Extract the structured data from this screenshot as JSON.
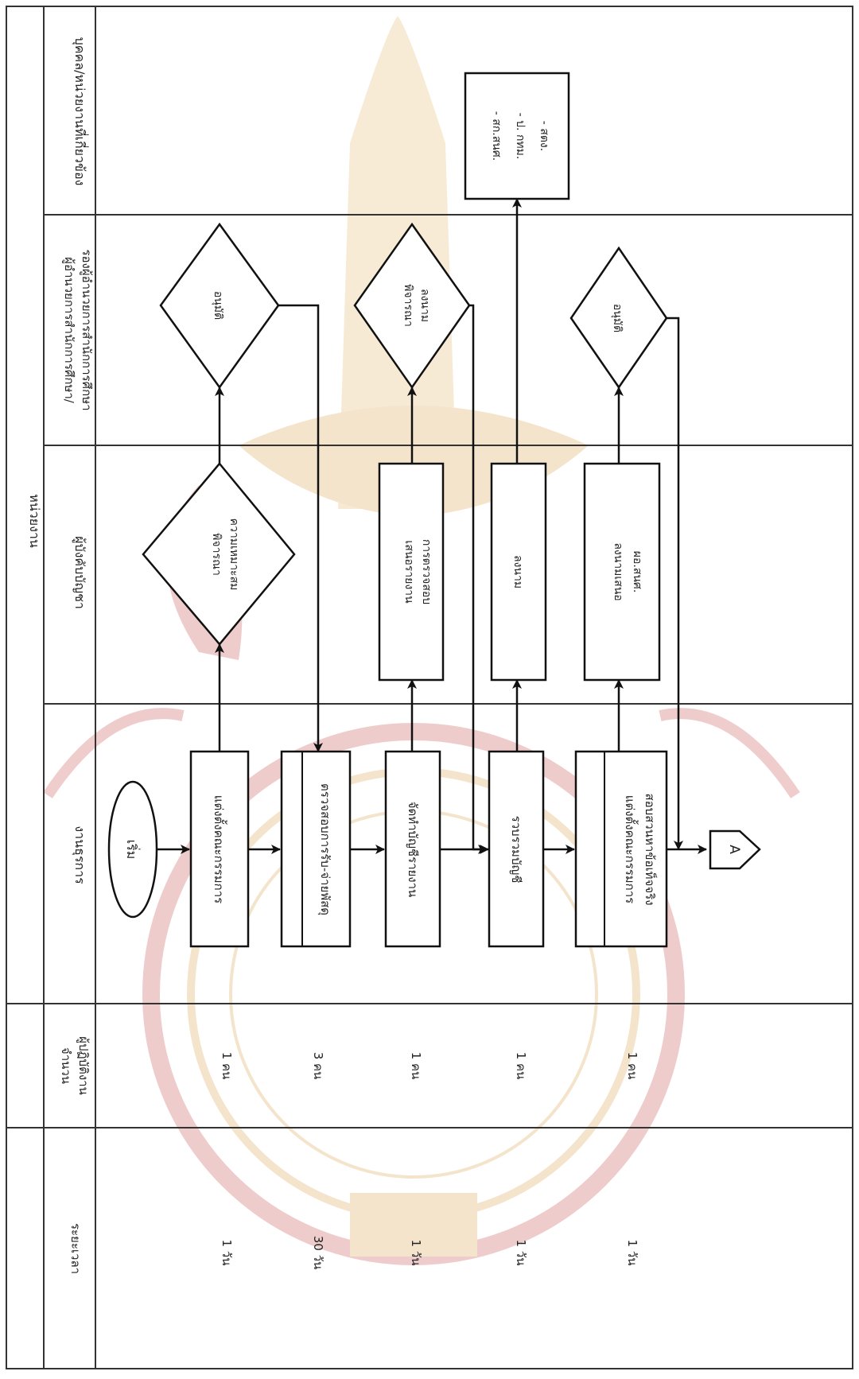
{
  "header": {
    "unit_label": "หน่วยงาน"
  },
  "columns": {
    "lane1": "งานธุรการ",
    "lane2": "ผู้บังคับบัญชา",
    "lane3_line1": "ผู้อำนวยการสำนักการศึกษา/",
    "lane3_line2": "รองผู้อำนวยการสำนักการศึกษา",
    "lane4": "บุคคล/หน่วยงานที่เกี่ยวข้อง",
    "staff_line1": "จำนวน",
    "staff_line2": "ผู้ปฏิบัติงาน",
    "duration": "ระยะเวลา"
  },
  "nodes": {
    "start": "เริ่ม",
    "appoint_committee": "แต่งตั้งคณะกรรมการ",
    "check_receipts": "ตรวจสอบการรับ-จ่ายพัสดุ",
    "prepare_report": "จัดทำบัญชีรายงาน",
    "compile_list": "รวบรวมบัญชี",
    "appoint_fact": [
      "แต่งตั้งคณะกรรมการ",
      "สอบสวนหาข้อเท็จจริง"
    ],
    "consider_fit": [
      "พิจารณา",
      "ความเหมาะสม"
    ],
    "present_report": [
      "เสนอรายงาน",
      "การตรวจสอบ"
    ],
    "sign": "ลงนาม",
    "sign_present": [
      "ลงนามเสนอ",
      "ผอ.สนศ."
    ],
    "approve1": "อนุมัติ",
    "consider_sign": [
      "พิจารณา",
      "ลงนาม"
    ],
    "approve2": "อนุมัติ",
    "recipients": [
      "- สก.สนศ.",
      "- ป. กทม.",
      "- สตง."
    ],
    "connector": "A"
  },
  "rows": [
    {
      "staff": "1 คน",
      "duration": "1 วัน"
    },
    {
      "staff": "3 คน",
      "duration": "30 วัน"
    },
    {
      "staff": "1 คน",
      "duration": "1 วัน"
    },
    {
      "staff": "1 คน",
      "duration": "1 วัน"
    },
    {
      "staff": "1 คน",
      "duration": "1 วัน"
    }
  ]
}
